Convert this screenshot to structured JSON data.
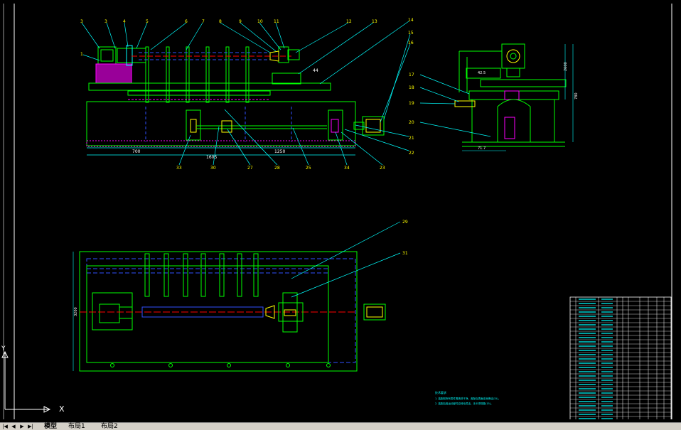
{
  "ucs": {
    "x_label": "X",
    "y_label": "Y"
  },
  "tabs": {
    "model": "模型",
    "layout1": "布局1",
    "layout2": "布局2"
  },
  "nav": {
    "first": "|◀",
    "prev": "◀",
    "next": "▶",
    "last": "▶|"
  },
  "callouts_top": [
    "3",
    "3",
    "4",
    "5",
    "6",
    "7",
    "8",
    "9",
    "10",
    "11",
    "12",
    "13",
    "14",
    "15",
    "16"
  ],
  "callouts_bottom": [
    "33",
    "30",
    "27",
    "28",
    "25",
    "34",
    "23"
  ],
  "callouts_right": [
    "17",
    "18",
    "19",
    "20",
    "21",
    "22"
  ],
  "left_callout": "1",
  "dims": {
    "d1": "700",
    "d2": "1605",
    "d3": "1250",
    "d4": "44",
    "d5": "42.5",
    "d6": "71.7",
    "d7": "2600",
    "d8": "780",
    "d9": "3200"
  },
  "plan_callouts": [
    "29",
    "31"
  ],
  "notes_title": "技术要求",
  "notes": [
    "1. 装配前所有零件需清洗干净，各配合表面涂润滑油(15)。",
    "2. 装配后各运动部件应转动灵活，无卡滞现象(15)。"
  ],
  "colors": {
    "line": "#00ff00",
    "cyan": "#00ffff",
    "magenta": "#ff00ff",
    "yellow": "#ffff00",
    "red": "#ff0000",
    "blue": "#3050ff",
    "white": "#ffffff"
  }
}
